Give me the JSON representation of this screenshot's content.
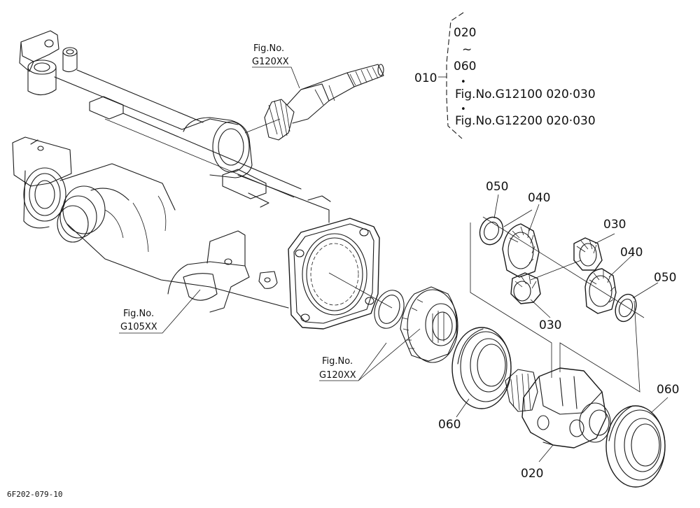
{
  "diagram": {
    "callouts": {
      "assembly": "010",
      "range_start": "020",
      "range_tilde": "~",
      "range_end": "060",
      "bullet": "•",
      "ref_line_1": "Fig.No.G12100  020·030",
      "ref_line_2": "Fig.No.G12200  020·030",
      "fig_top_1": "Fig.No.",
      "fig_top_2": "G120XX",
      "fig_left_1": "Fig.No.",
      "fig_left_2": "G105XX",
      "fig_mid_1": "Fig.No.",
      "fig_mid_2": "G120XX",
      "washer_left": "050",
      "gear_left": "040",
      "pinion_top": "030",
      "gear_right": "040",
      "washer_right": "050",
      "pinion_bottom": "030",
      "bearing_left": "060",
      "case": "020",
      "bearing_right": "060"
    },
    "drawing_code": "6F202-079-10"
  }
}
